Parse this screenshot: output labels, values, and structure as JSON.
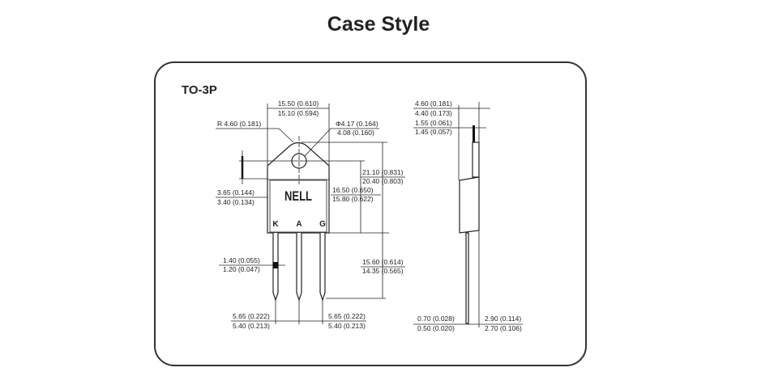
{
  "title": "Case Style",
  "package": "TO-3P",
  "logo_text": "NELL",
  "pins": [
    "K",
    "A",
    "G"
  ],
  "front_view": {
    "width": [
      "15.50 (0.610)",
      "15.10 (0.594)"
    ],
    "radius": "R 4.60 (0.181)",
    "hole": [
      "Φ4.17 (0.164)",
      "4.08 (0.160)"
    ],
    "tab_height": [
      "3.65 (0.144)",
      "3.40 (0.134)"
    ],
    "total_height": [
      "21.10 (0.831)",
      "20.40 (0.803)"
    ],
    "body_height": [
      "16.50 (0.650)",
      "15.80 (0.622)"
    ],
    "lead_length": [
      "15.60 (0.614)",
      "14.35 (0.565)"
    ],
    "lead_width": [
      "1.40 (0.055)",
      "1.20 (0.047)"
    ],
    "pitch_left": [
      "5.65 (0.222)",
      "5.40 (0.213)"
    ],
    "pitch_right": [
      "5.65 (0.222)",
      "5.40 (0.213)"
    ]
  },
  "side_view": {
    "thickness": [
      "4.60 (0.181)",
      "4.40 (0.173)"
    ],
    "tab_thickness": [
      "1.55 (0.061)",
      "1.45 (0.057)"
    ],
    "lead_thickness": [
      "0.70 (0.028)",
      "0.50 (0.020)"
    ],
    "lead_offset": [
      "2.90 (0.114)",
      "2.70 (0.106)"
    ]
  }
}
